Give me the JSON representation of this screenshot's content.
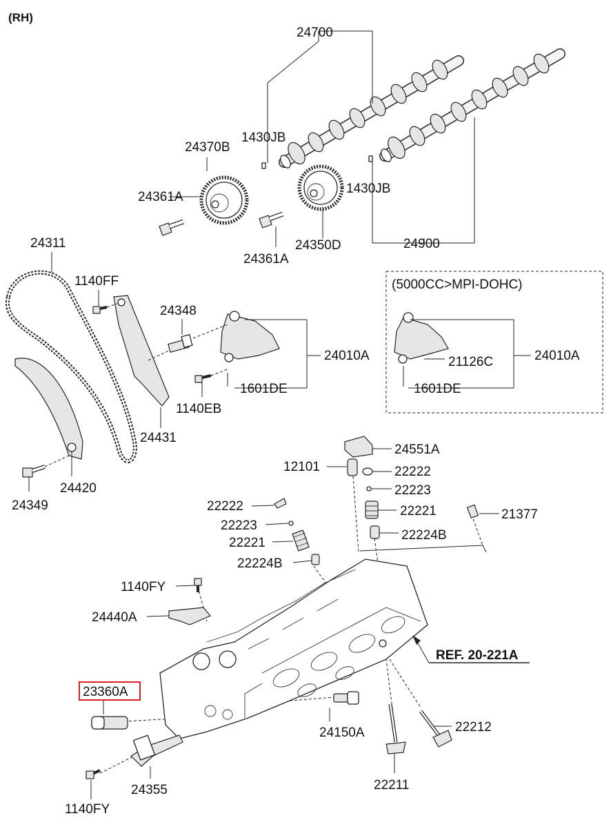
{
  "side_label": "(RH)",
  "variant_box": {
    "title": "(5000CC>MPI-DOHC)"
  },
  "reference": "REF. 20-221A",
  "highlighted_part": "23360A",
  "colors": {
    "highlight": "#e02020",
    "line": "#222222"
  },
  "labels": {
    "p24700": "24700",
    "p1430jb_a": "1430JB",
    "p1430jb_b": "1430JB",
    "p24370b": "24370B",
    "p24361a_a": "24361A",
    "p24361a_b": "24361A",
    "p24350d": "24350D",
    "p24900": "24900",
    "p24311": "24311",
    "p1140ff": "1140FF",
    "p24348": "24348",
    "p24010a_a": "24010A",
    "p1601de_a": "1601DE",
    "p1140eb": "1140EB",
    "p24431": "24431",
    "p24420": "24420",
    "p24349": "24349",
    "p24010a_b": "24010A",
    "p21126c": "21126C",
    "p1601de_b": "1601DE",
    "p24551a": "24551A",
    "p12101": "12101",
    "p22222_a": "22222",
    "p22223_a": "22223",
    "p22221_a": "22221",
    "p22224b_a": "22224B",
    "p21377": "21377",
    "p22222_b": "22222",
    "p22223_b": "22223",
    "p22221_b": "22221",
    "p22224b_b": "22224B",
    "p1140fy_a": "1140FY",
    "p24440a": "24440A",
    "p23360a": "23360A",
    "p24150a": "24150A",
    "p22212": "22212",
    "p24355": "24355",
    "p22211": "22211",
    "p1140fy_b": "1140FY"
  }
}
